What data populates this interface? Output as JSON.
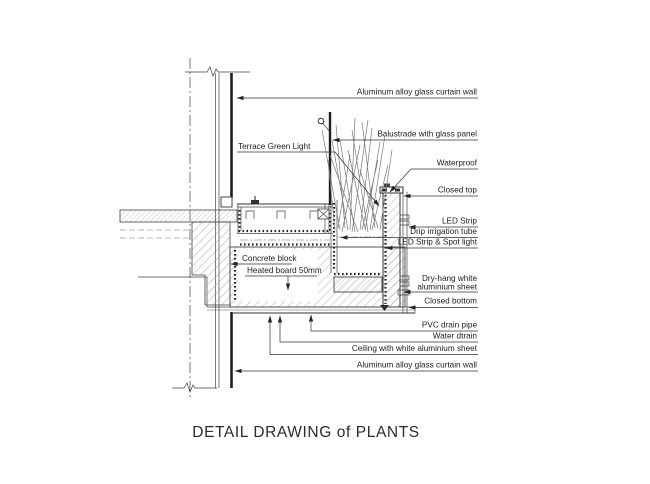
{
  "drawing": {
    "title": "DETAIL DRAWING of PLANTS",
    "type": "architectural-section-detail",
    "colors": {
      "line": "#333333",
      "hatch": "#9a9a9a",
      "background": "#ffffff",
      "text": "#1c1c1c"
    },
    "annotations_left": {
      "terrace_green_light": "Terrace Green Light",
      "concrete_block": "Concrete block",
      "heated_board": "Heated board 50mm"
    },
    "annotations_right": {
      "aluminum_top": "Aluminum alloy glass curtain wall",
      "balustrade": "Balustrade with glass panel",
      "waterproof": "Waterproof",
      "closed_top": "Closed top",
      "led_strip": "LED Strip",
      "drip_tube": "Drip irrigation tube",
      "led_spot": "LED Strip & Spot light",
      "dry_hang_line1": "Dry-hang white",
      "dry_hang_line2": "aluminium sheet",
      "closed_bottom": "Closed bottom",
      "pvc_drain": "PVC drain pipe",
      "water_drain": "Water dtrain",
      "ceiling": "Ceiling with white aluminium sheet",
      "aluminum_bottom": "Aluminum alloy glass curtain wall"
    }
  }
}
